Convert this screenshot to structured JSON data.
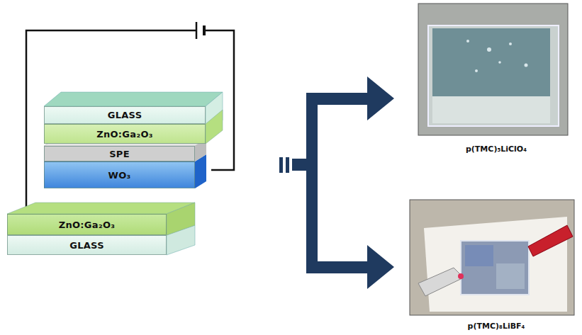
{
  "diagram": {
    "nodes": [
      {
        "text": [
          "GLASS"
        ]
      },
      {
        "text": [
          "ZnO:Ga₂O₃"
        ]
      },
      {
        "text": [
          "SPE"
        ]
      },
      {
        "text": [
          "WO₃"
        ]
      },
      {
        "text": [
          "ZnO:Ga₂O₃"
        ]
      },
      {
        "text": [
          "GLASS"
        ]
      }
    ],
    "labels": [
      "p(TMC)₅LiClO₄",
      "p(TMC)₈LiBF₄"
    ]
  }
}
